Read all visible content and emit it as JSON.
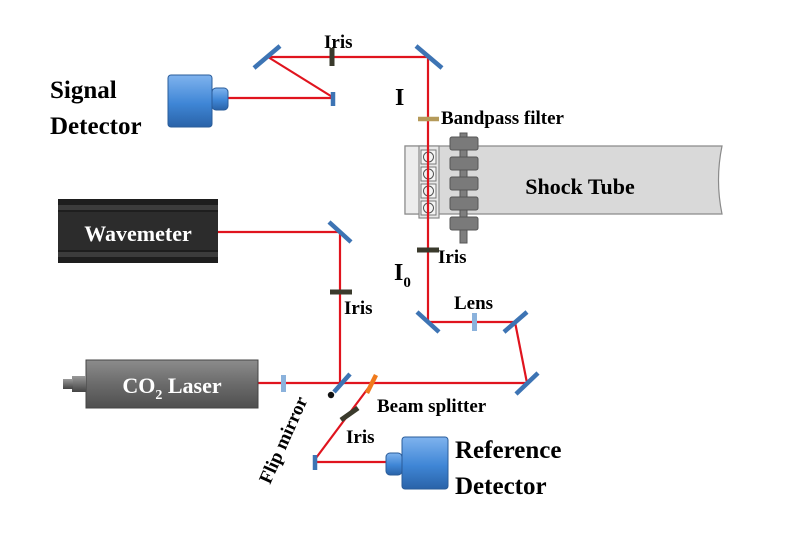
{
  "labels": {
    "signal_detector": [
      "Signal",
      "Detector"
    ],
    "iris_top": "Iris",
    "intensity_i": "I",
    "bandpass_filter": "Bandpass filter",
    "shock_tube": "Shock Tube",
    "wavemeter": "Wavemeter",
    "iris_middle": "Iris",
    "iris_tube": "Iris",
    "i0_main": "I",
    "i0_sub": "0",
    "lens": "Lens",
    "co2_main": "CO",
    "co2_sub": "2",
    "co2_rest": " Laser",
    "beam_splitter": "Beam splitter",
    "flip_mirror": "Flip mirror",
    "iris_bottom": "Iris",
    "reference_detector": [
      "Reference",
      "Detector"
    ]
  },
  "colors": {
    "beam": "#e0141e",
    "mirror": "#3d74b4",
    "iris": "#3a3a2c",
    "filter": "#b59a5a",
    "beam_splitter": "#f07a1c",
    "lens": "#8bb2dc",
    "detector": "#3f86d6",
    "wavemeter": "#2b2b2b",
    "laser_body": "#6a6a6a",
    "shock_tube": "#d9d9d9"
  }
}
